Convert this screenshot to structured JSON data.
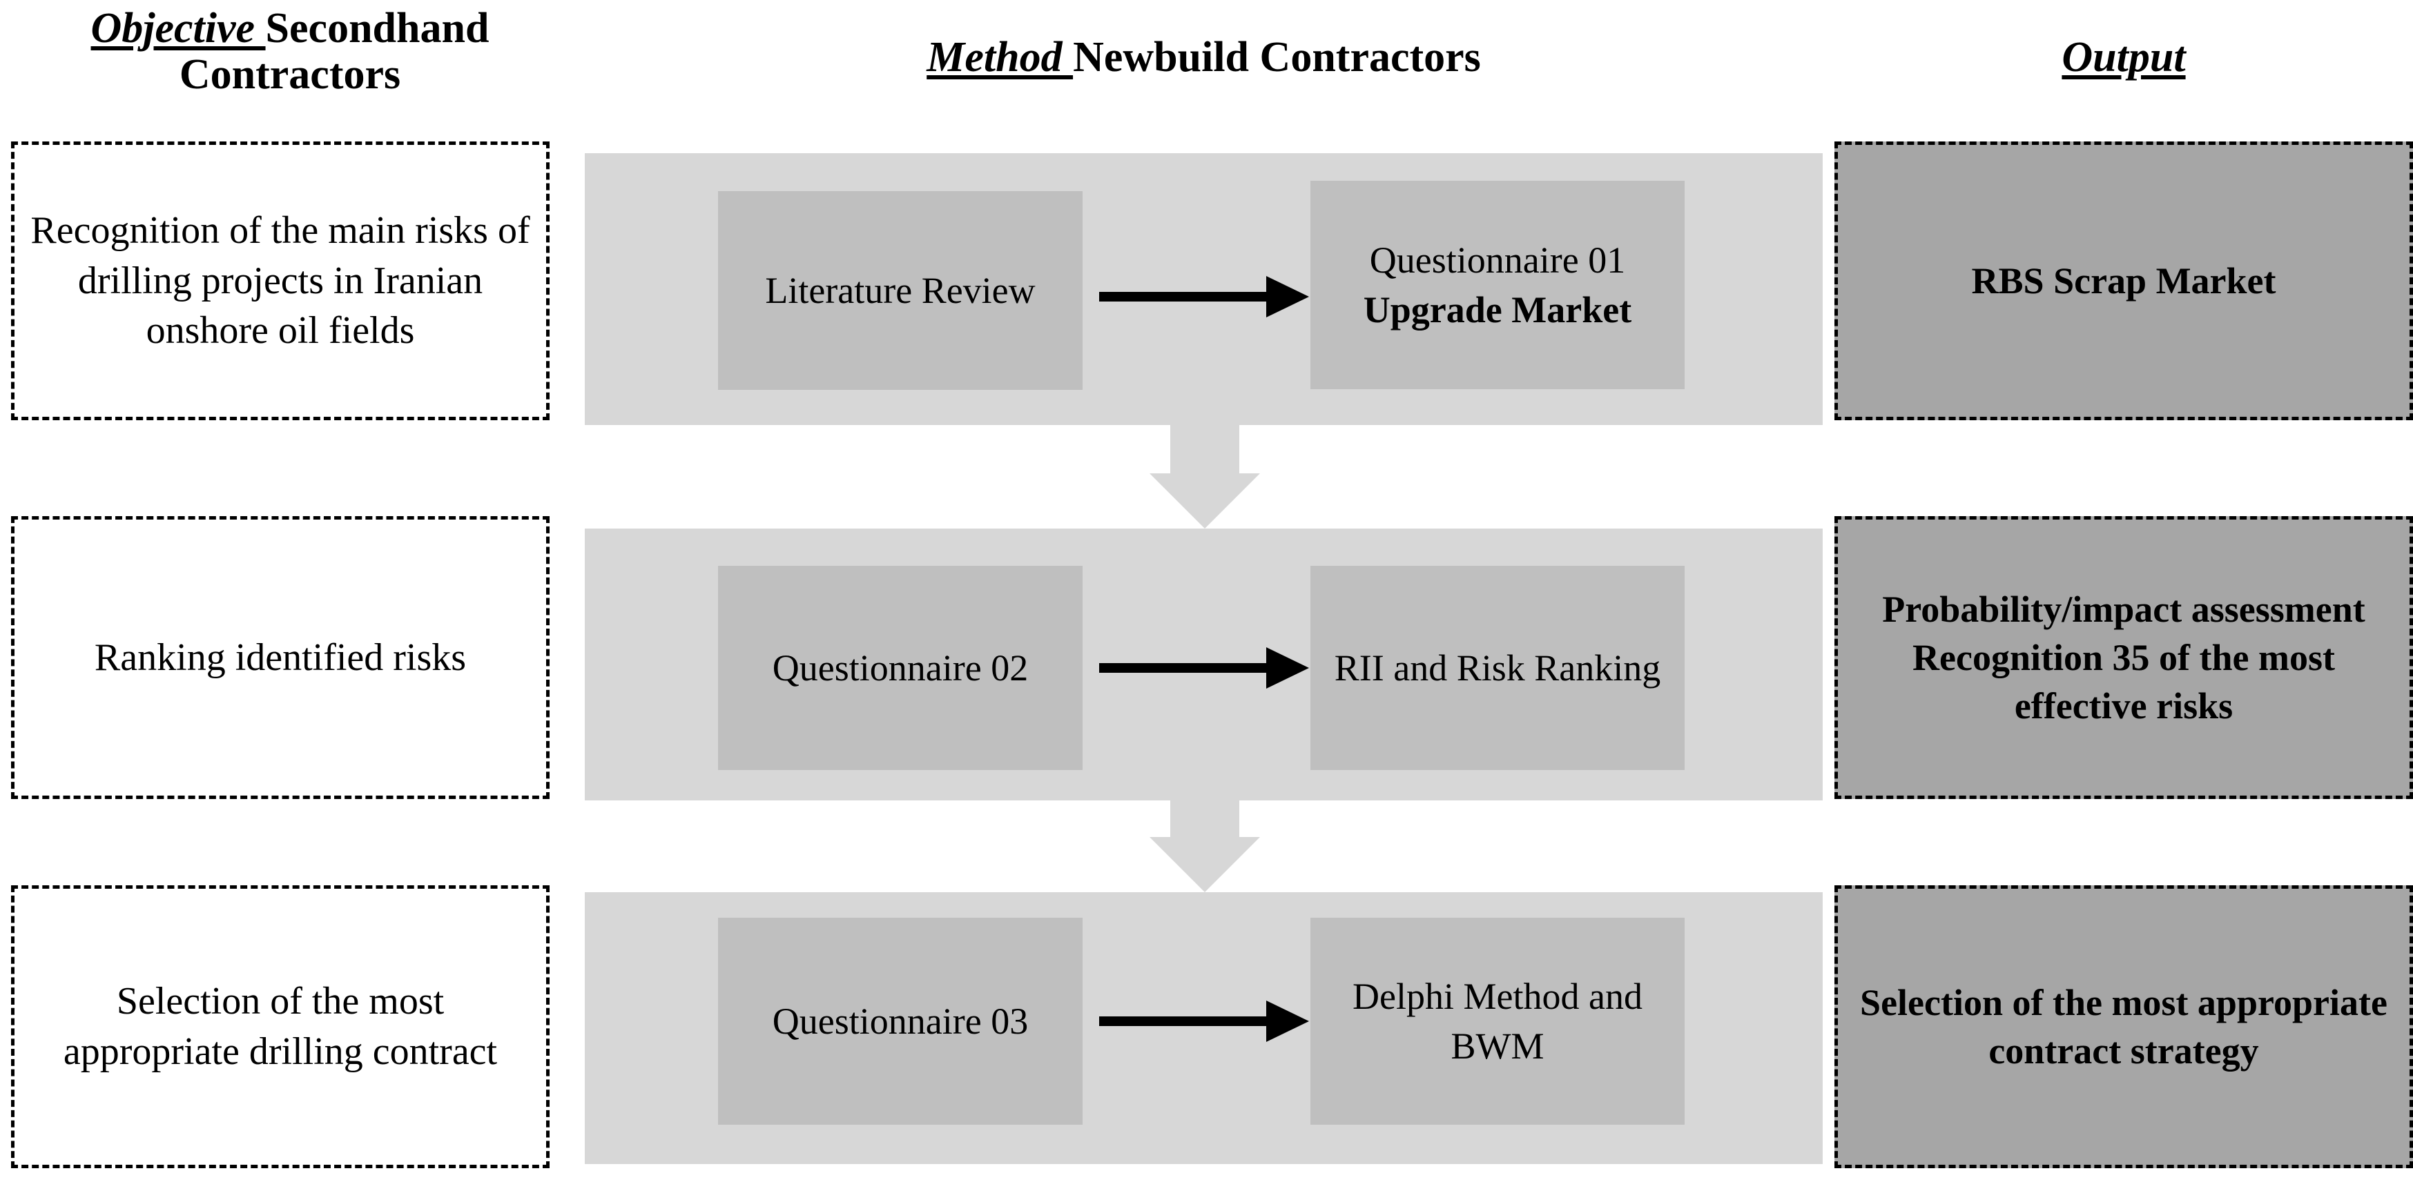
{
  "headers": {
    "objective": {
      "keyword": "Objective ",
      "rest": "Secondhand Contractors"
    },
    "method": {
      "keyword": "Method ",
      "rest": "Newbuild Contractors"
    },
    "output": {
      "keyword": "Output",
      "rest": ""
    }
  },
  "colors": {
    "band_background": "#d7d7d7",
    "method_box_background": "#bfbfbf",
    "output_box_background": "#a6a6a6",
    "objective_box_background": "#ffffff",
    "border": "#000000",
    "arrow": "#000000",
    "block_arrow": "#d7d7d7"
  },
  "rows": [
    {
      "objective": "Recognition of the main risks of drilling projects in Iranian onshore oil fields",
      "method_left": "Literature Review",
      "method_right_plain": "Questionnaire 01 ",
      "method_right_bold": "Upgrade Market",
      "arrow": "right-arrow",
      "output": "RBS Scrap Market"
    },
    {
      "objective": "Ranking identified risks",
      "method_left": "Questionnaire 02",
      "method_right_plain": "RII and Risk Ranking",
      "method_right_bold": "",
      "arrow": "right-arrow",
      "output": "Probability/impact assessment Recognition 35 of the most effective risks"
    },
    {
      "objective": "Selection of the most appropriate drilling contract",
      "method_left": "Questionnaire 03",
      "method_right_plain": "Delphi Method and BWM",
      "method_right_bold": "",
      "arrow": "right-arrow",
      "output": "Selection of the most appropriate contract strategy"
    }
  ],
  "connectors": {
    "down_arrow_1": "down-block-arrow",
    "down_arrow_2": "down-block-arrow"
  }
}
